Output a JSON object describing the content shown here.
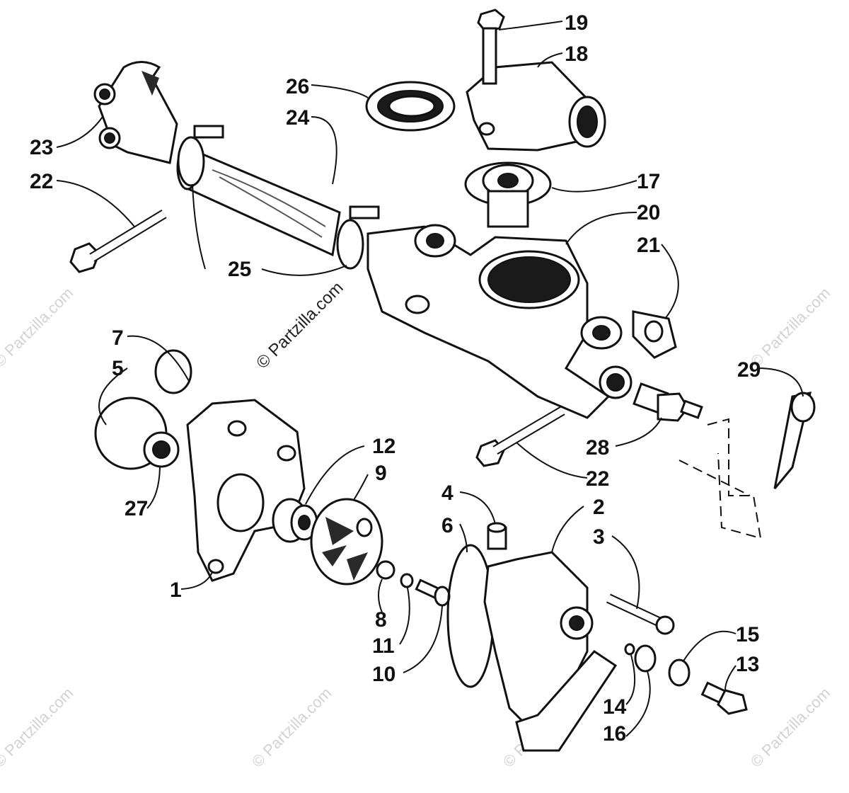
{
  "diagram": {
    "callouts": [
      "1",
      "2",
      "3",
      "4",
      "5",
      "6",
      "7",
      "8",
      "9",
      "10",
      "11",
      "12",
      "13",
      "14",
      "15",
      "16",
      "17",
      "18",
      "19",
      "20",
      "21",
      "22",
      "22",
      "23",
      "24",
      "25",
      "26",
      "27",
      "28",
      "29"
    ],
    "watermark_main": "© Partzilla.com",
    "watermark_faint": "© Partzilla.com",
    "colors": {
      "line": "#111111",
      "background": "#ffffff",
      "watermark": "#d2d2d2"
    }
  }
}
